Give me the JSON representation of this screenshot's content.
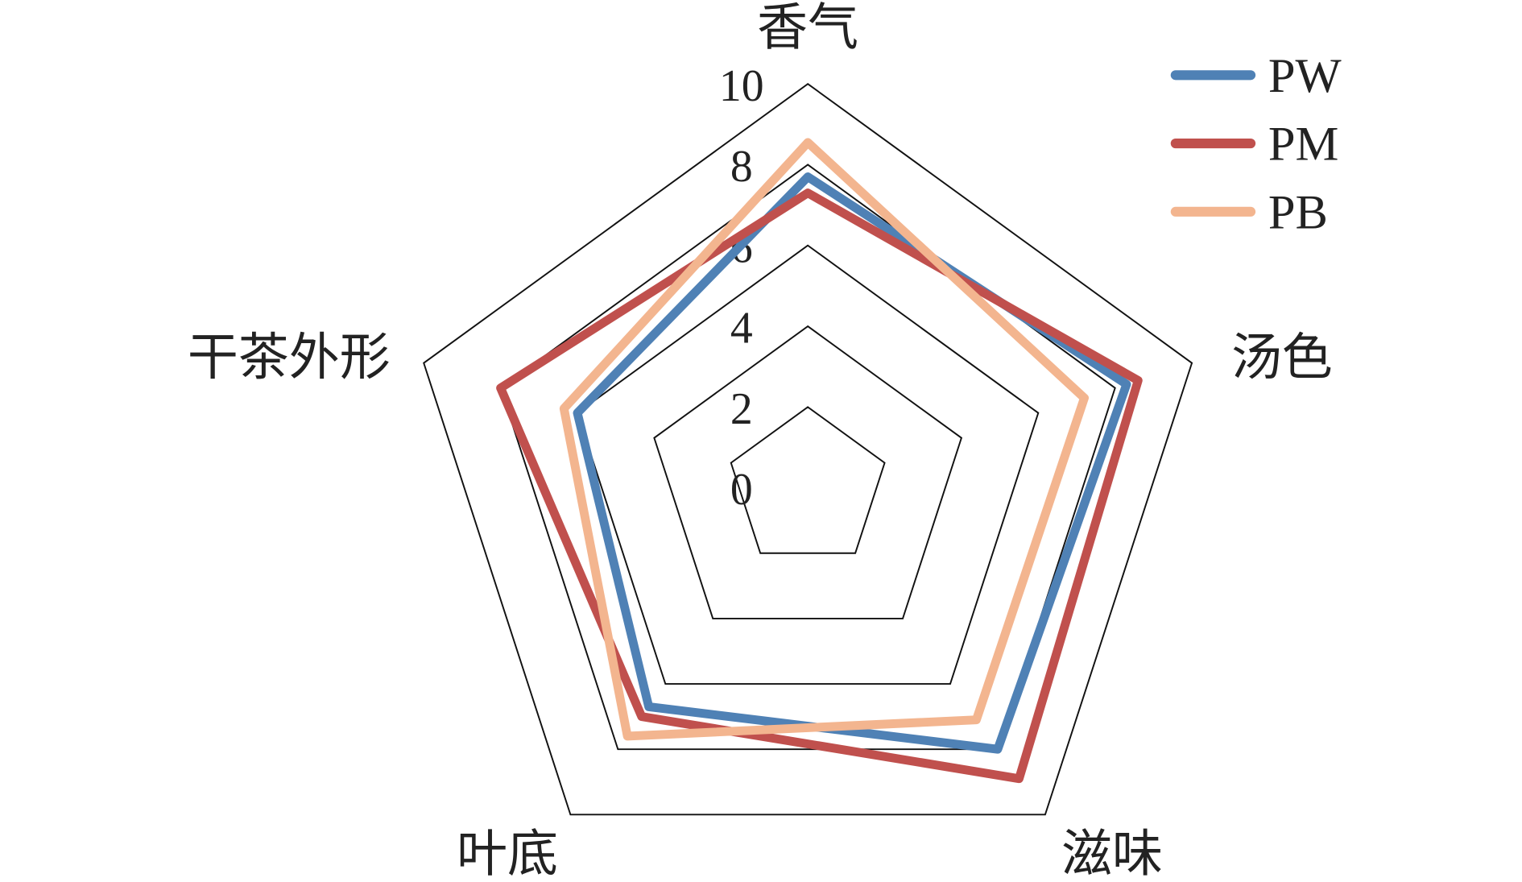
{
  "chart_data": {
    "type": "radar",
    "title": "",
    "axes": [
      "香气",
      "汤色",
      "滋味",
      "叶底",
      "干茶外形"
    ],
    "range": [
      0,
      10
    ],
    "ticks": [
      "0",
      "2",
      "4",
      "6",
      "8",
      "10"
    ],
    "tick_values": [
      0,
      2,
      4,
      6,
      8,
      10
    ],
    "legend_position": "top-right",
    "series": [
      {
        "name": "PW",
        "color": "#4f81b5",
        "values": [
          7.7,
          8.3,
          8.0,
          6.7,
          6.0
        ]
      },
      {
        "name": "PM",
        "color": "#c0504d",
        "values": [
          7.3,
          8.6,
          8.9,
          7.0,
          8.0
        ]
      },
      {
        "name": "PB",
        "color": "#f3b58f",
        "values": [
          8.55,
          7.2,
          7.1,
          7.6,
          6.35
        ]
      }
    ]
  }
}
